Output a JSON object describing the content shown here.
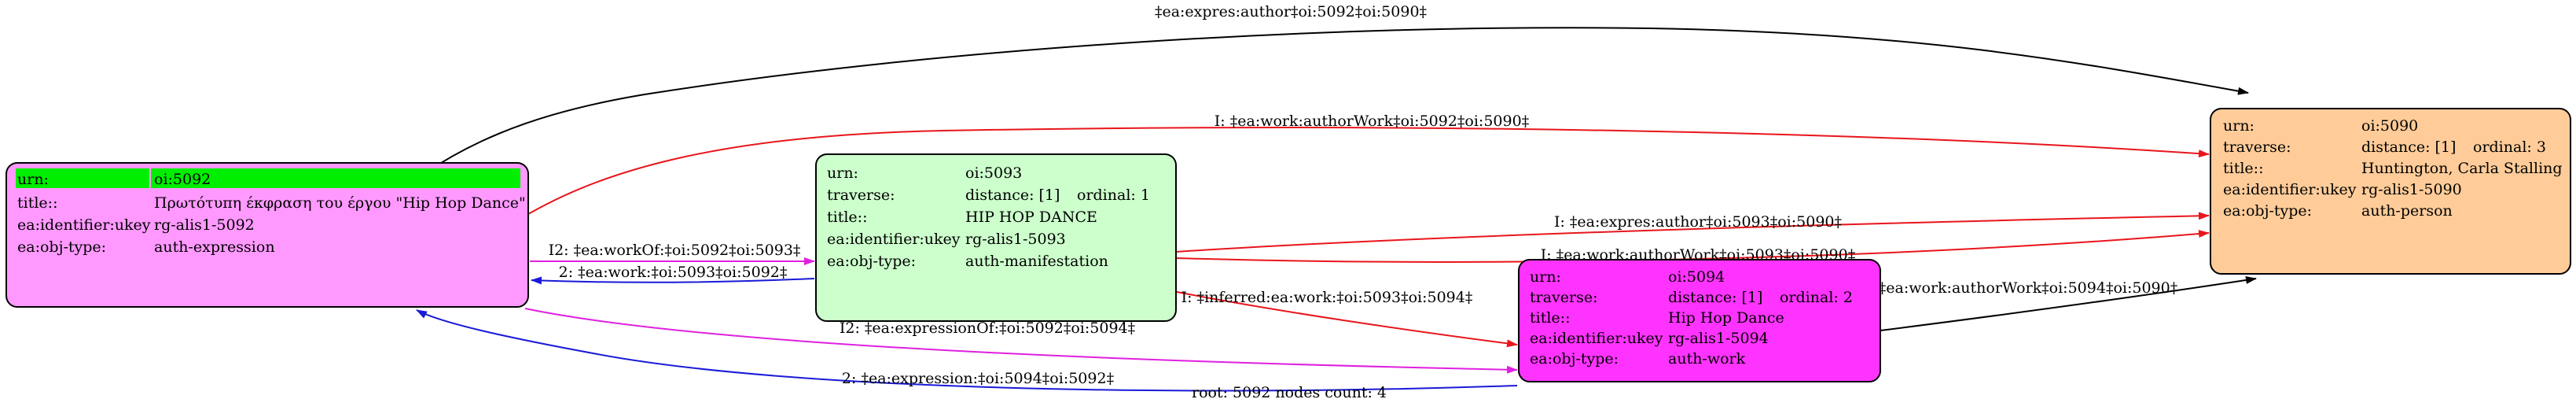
{
  "footer": "root: 5092 nodes count: 4",
  "colors": {
    "red": "#e8161c",
    "blue": "#1a1ad8",
    "magenta": "#e020e0",
    "black": "#000000",
    "node_5092": "#ff99ff",
    "node_5092_header": "#00ee00",
    "node_5093": "#ccffcc",
    "node_5094": "#ff33ff",
    "node_5090": "#ffcc99"
  },
  "nodes": {
    "n5092": {
      "rows": [
        {
          "key": "urn:",
          "value": "oi:5092"
        },
        {
          "key": "title::",
          "value": "Πρωτότυπη έκφραση του έργου \"Hip Hop Dance\""
        },
        {
          "key": "ea:identifier:ukey",
          "value": "rg-alis1-5092"
        },
        {
          "key": "ea:obj-type:",
          "value": "auth-expression"
        }
      ]
    },
    "n5093": {
      "rows": [
        {
          "key": "urn:",
          "value": "oi:5093",
          "extra": ""
        },
        {
          "key": "traverse:",
          "value": "distance: [1]",
          "extra": "ordinal: 1"
        },
        {
          "key": "title::",
          "value": "HIP HOP DANCE",
          "extra": ""
        },
        {
          "key": "ea:identifier:ukey",
          "value": "rg-alis1-5093",
          "extra": ""
        },
        {
          "key": "ea:obj-type:",
          "value": "auth-manifestation",
          "extra": ""
        }
      ]
    },
    "n5094": {
      "rows": [
        {
          "key": "urn:",
          "value": "oi:5094",
          "extra": ""
        },
        {
          "key": "traverse:",
          "value": "distance: [1]",
          "extra": "ordinal: 2"
        },
        {
          "key": "title::",
          "value": "Hip Hop Dance",
          "extra": ""
        },
        {
          "key": "ea:identifier:ukey",
          "value": "rg-alis1-5094",
          "extra": ""
        },
        {
          "key": "ea:obj-type:",
          "value": "auth-work",
          "extra": ""
        }
      ]
    },
    "n5090": {
      "rows": [
        {
          "key": "urn:",
          "value": "oi:5090",
          "extra": ""
        },
        {
          "key": "traverse:",
          "value": "distance: [1]",
          "extra": "ordinal: 3"
        },
        {
          "key": "title::",
          "value": "Huntington, Carla Stalling",
          "extra": ""
        },
        {
          "key": "ea:identifier:ukey",
          "value": "rg-alis1-5090",
          "extra": ""
        },
        {
          "key": "ea:obj-type:",
          "value": "auth-person",
          "extra": ""
        }
      ]
    }
  },
  "edges": {
    "e_expres_author_5092": "‡ea:expres:author‡oi:5092‡oi:5090‡",
    "e_work_authorwork_5092": "I: ‡ea:work:authorWork‡oi:5092‡oi:5090‡",
    "e_workof_5092_5093": "I2: ‡ea:workOf:‡oi:5092‡oi:5093‡",
    "e_work_5093_5092": "2: ‡ea:work:‡oi:5093‡oi:5092‡",
    "e_expres_author_5093": "I: ‡ea:expres:author‡oi:5093‡oi:5090‡",
    "e_work_authorwork_5093": "I: ‡ea:work:authorWork‡oi:5093‡oi:5090‡",
    "e_inferred_5093_5094": "I: ‡inferred:ea:work:‡oi:5093‡oi:5094‡",
    "e_work_authorwork_5094": "‡ea:work:authorWork‡oi:5094‡oi:5090‡",
    "e_expressionof_5092_5094": "I2: ‡ea:expressionOf:‡oi:5092‡oi:5094‡",
    "e_expression_5094_5092": "2: ‡ea:expression:‡oi:5094‡oi:5092‡"
  }
}
